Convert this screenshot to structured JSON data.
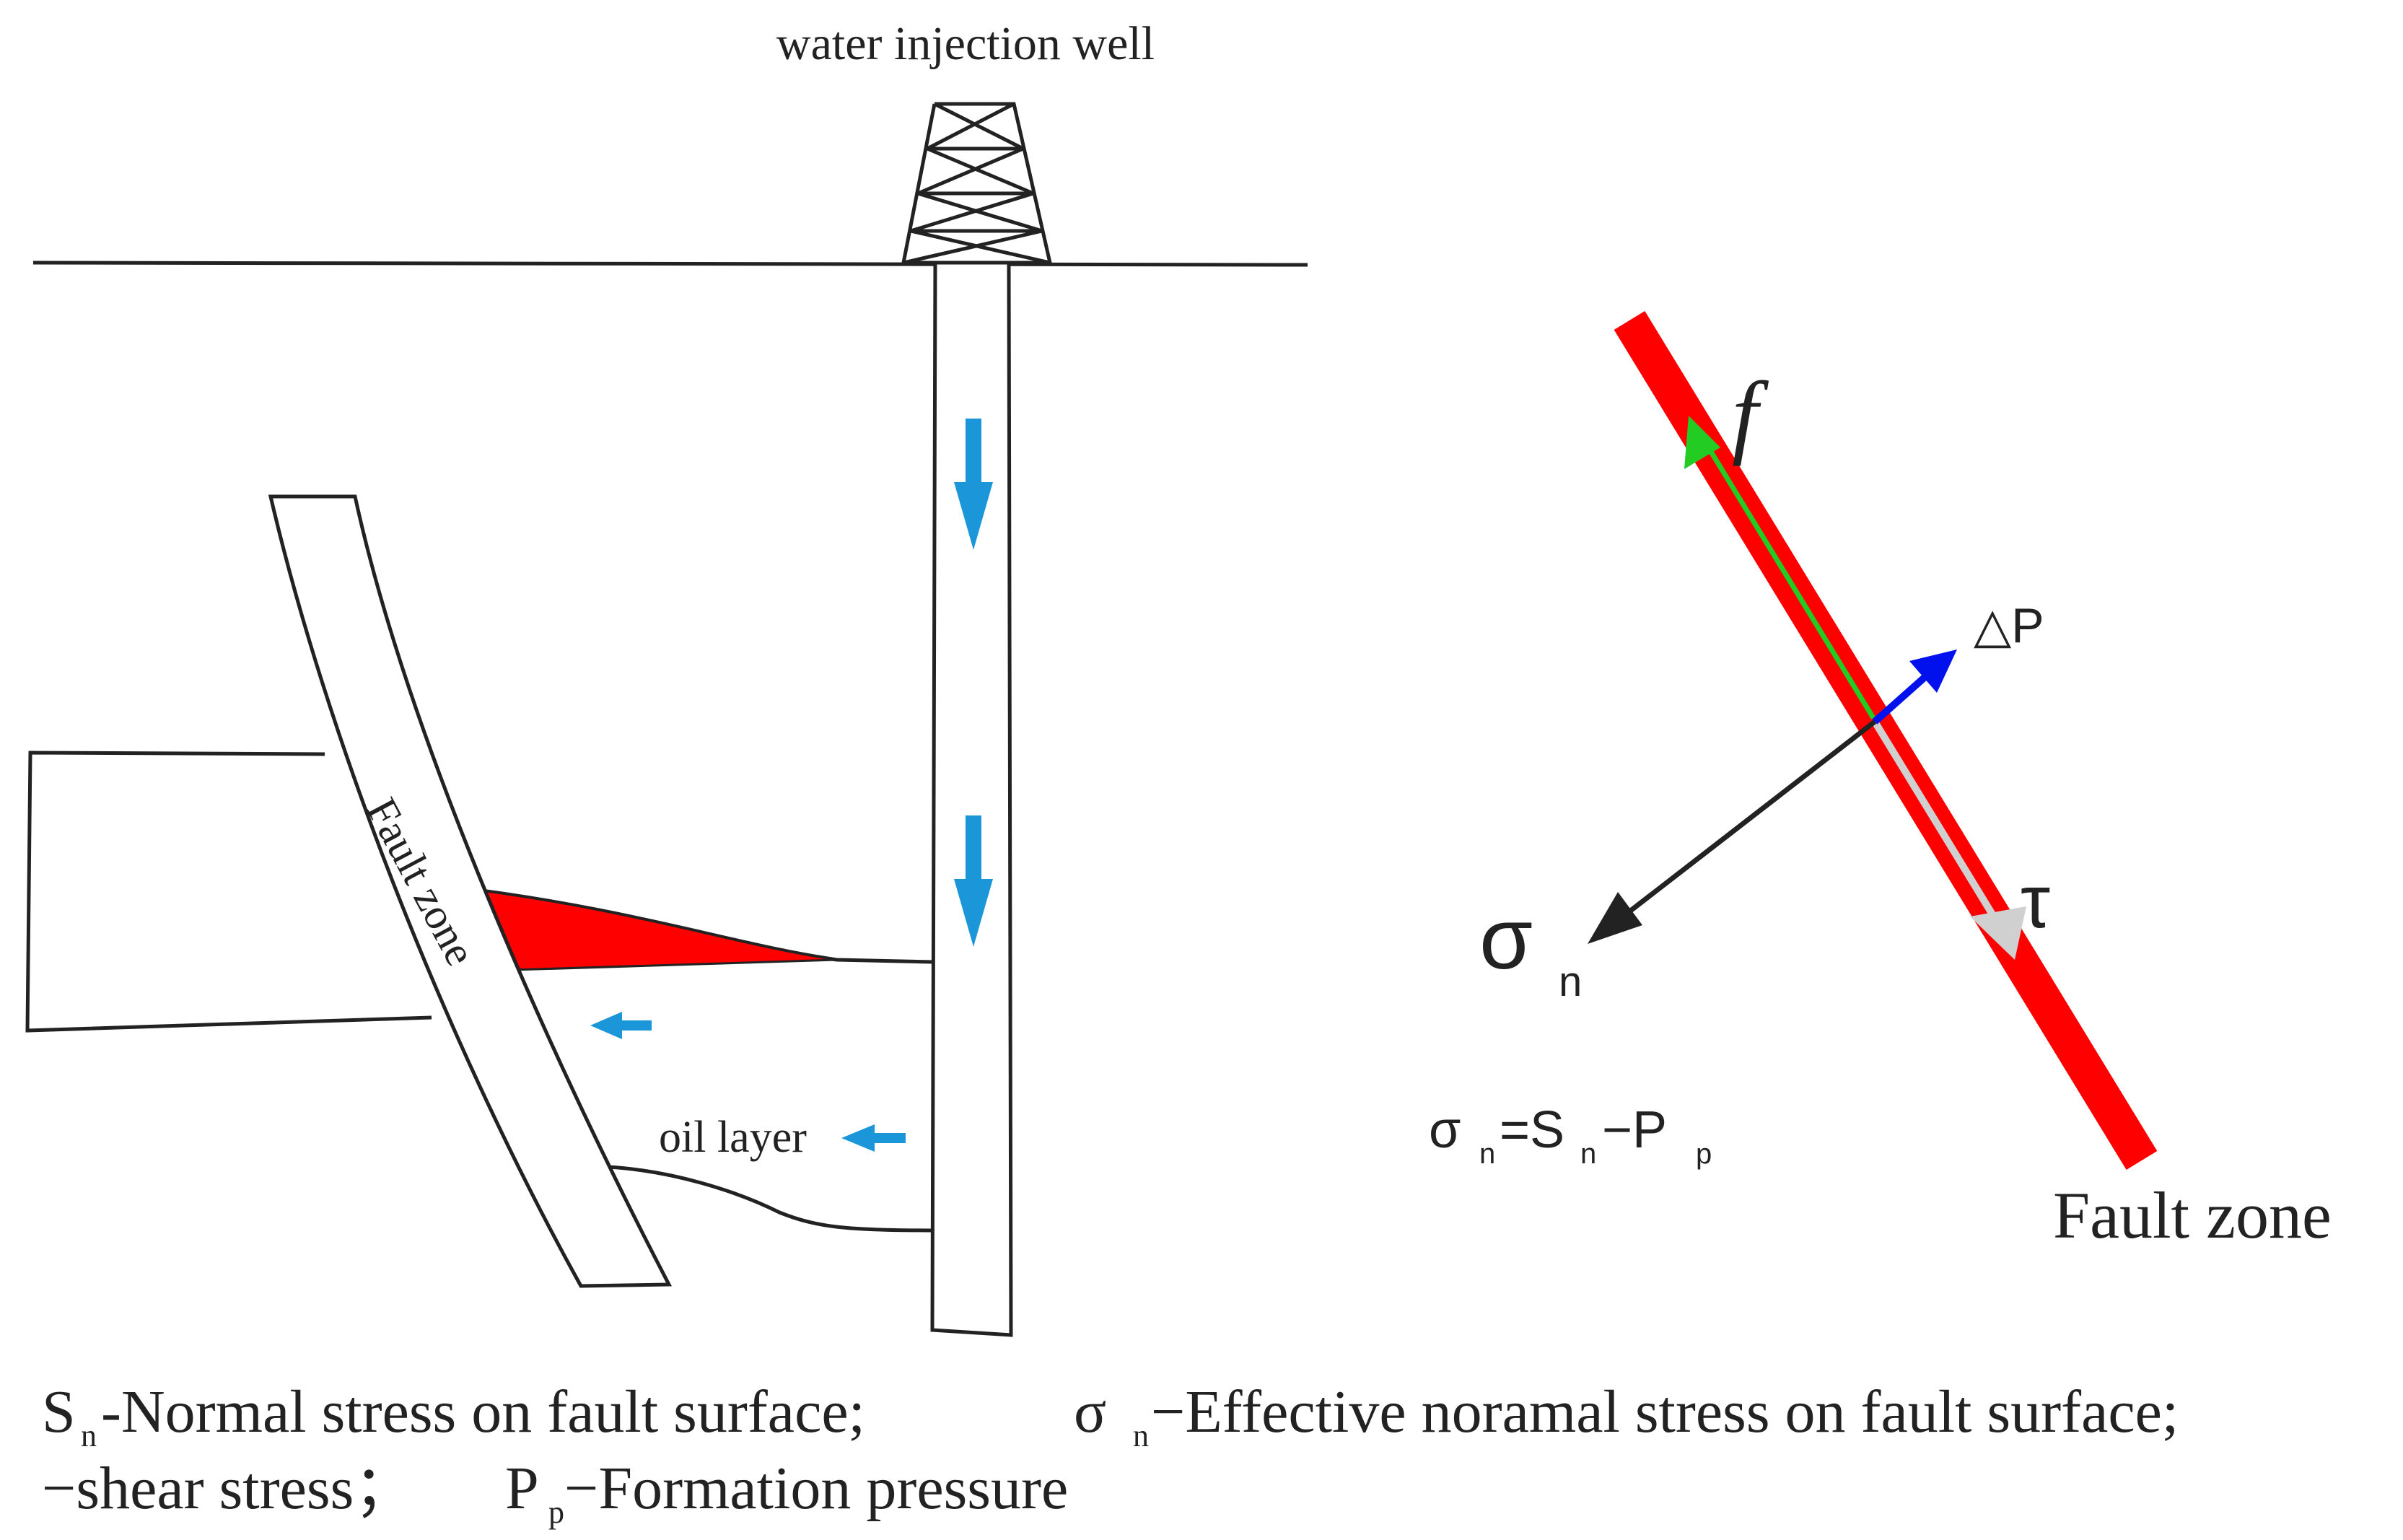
{
  "labels": {
    "well_title": "water injection well",
    "fault_zone_left": "Fault zone",
    "oil_layer": "oil layer",
    "friction": "f",
    "delta_p": "△P",
    "tau": "τ",
    "sigma": "σ",
    "sigma_sub": "n",
    "fault_zone_right": "Fault zone"
  },
  "equation": {
    "sigma": "σ",
    "sigma_sub": "n",
    "eq_s": "=S",
    "s_sub": "n",
    "minus_p": "−P",
    "p_sub": "p"
  },
  "caption": {
    "line1": {
      "s": "S",
      "s_sub": "n",
      "s_text": "-Normal stress on fault surface;",
      "sigma": "σ",
      "sigma_sub": "n",
      "sigma_text": "−Effective noramal stress on fault surface;"
    },
    "line2": {
      "tau_text": "−shear stress；",
      "p": "P",
      "p_sub": "p",
      "p_text": "−Formation pressure"
    }
  },
  "colors": {
    "line": "#222222",
    "fault_red": "#ff0000",
    "flow_blue": "#1b96d8",
    "delta_p_blue": "#0011ee",
    "friction_green": "#22cc22",
    "tau_gray": "#d0d0d0",
    "sigma_arrow": "#222222"
  }
}
